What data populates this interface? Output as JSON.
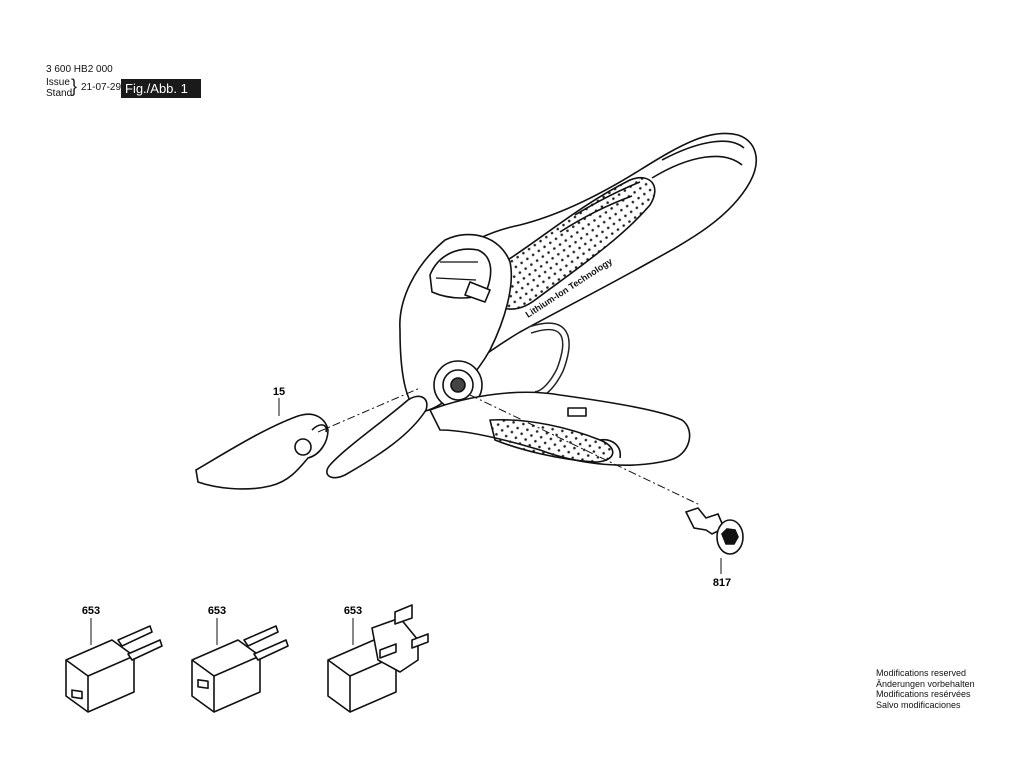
{
  "header": {
    "doc_number": "3 600 HB2 000",
    "issue_label": "Issue",
    "stand_label": "Stand",
    "date": "21-07-29",
    "figure_label": "Fig./Abb. 1"
  },
  "tool": {
    "handle_text": "Lithium-Ion Technology"
  },
  "parts": {
    "blade": "15",
    "screw": "817",
    "charger_1": "653",
    "charger_2": "653",
    "charger_3": "653"
  },
  "notes": [
    "Modifications reserved",
    "Änderungen vorbehalten",
    "Modifications resérvées",
    "Salvo modificaciones"
  ]
}
